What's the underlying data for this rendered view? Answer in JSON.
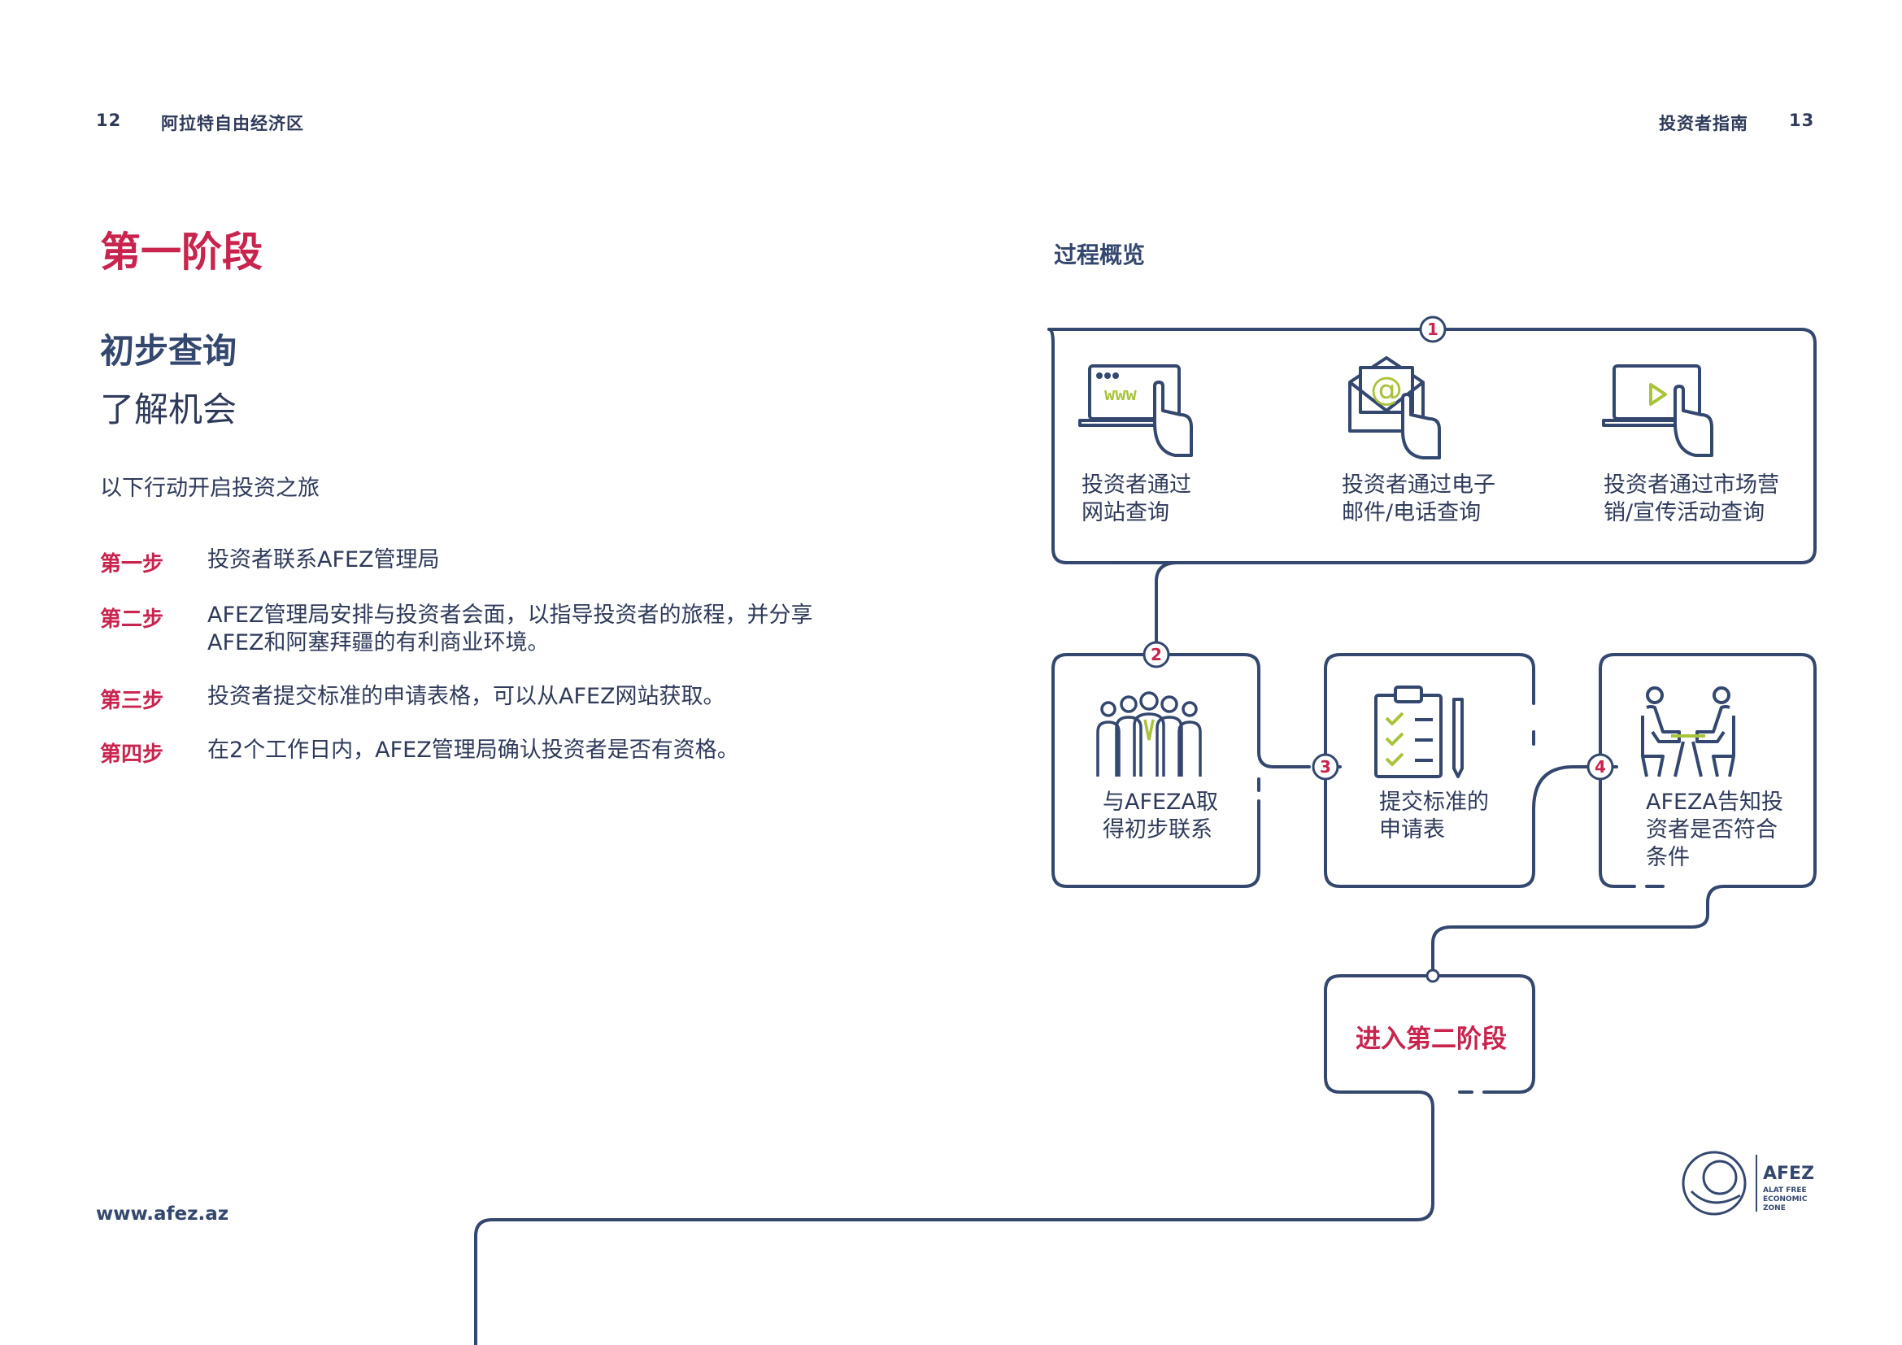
{
  "header": {
    "left_page": "12",
    "left_title": "阿拉特自由经济区",
    "right_title": "投资者指南",
    "right_page": "13"
  },
  "left": {
    "phase_title": "第一阶段",
    "section_title": "初步查询",
    "section_subtitle": "了解机会",
    "intro": "以下行动开启投资之旅",
    "steps": [
      {
        "label": "第一步",
        "text": "投资者联系AFEZ管理局"
      },
      {
        "label": "第二步",
        "text": "AFEZ管理局安排与投资者会面，以指导投资者的旅程，并分享AFEZ和阿塞拜疆的有利商业环境。"
      },
      {
        "label": "第三步",
        "text": "投资者提交标准的申请表格，可以从AFEZ网站获取。"
      },
      {
        "label": "第四步",
        "text": "在2个工作日内，AFEZ管理局确认投资者是否有资格。"
      }
    ],
    "website": "www.afez.az"
  },
  "overview": {
    "title": "过程概览",
    "stage1": {
      "number": "1",
      "items": [
        {
          "icon": "website-laptop-icon",
          "line1": "投资者通过",
          "line2": "网站查询",
          "icon_text": "www"
        },
        {
          "icon": "email-envelope-icon",
          "line1": "投资者通过电子",
          "line2": "邮件/电话查询",
          "icon_text": "@"
        },
        {
          "icon": "video-laptop-icon",
          "line1": "投资者通过市场营",
          "line2": "销/宣传活动查询"
        }
      ]
    },
    "stages": [
      {
        "number": "2",
        "icon": "group-people-icon",
        "lines": [
          "与AFEZA取",
          "得初步联系"
        ]
      },
      {
        "number": "3",
        "icon": "clipboard-checklist-icon",
        "lines": [
          "提交标准的",
          "申请表"
        ]
      },
      {
        "number": "4",
        "icon": "meeting-table-icon",
        "lines": [
          "AFEZA告知投",
          "资者是否符合",
          "条件"
        ]
      }
    ],
    "next_phase": "进入第二阶段"
  },
  "logo": {
    "name": "AFEZ",
    "line1": "ALAT FREE",
    "line2": "ECONOMIC",
    "line3": "ZONE"
  },
  "colors": {
    "accent_red": "#c8244e",
    "navy": "#34476e",
    "lime": "#a8c43a"
  }
}
